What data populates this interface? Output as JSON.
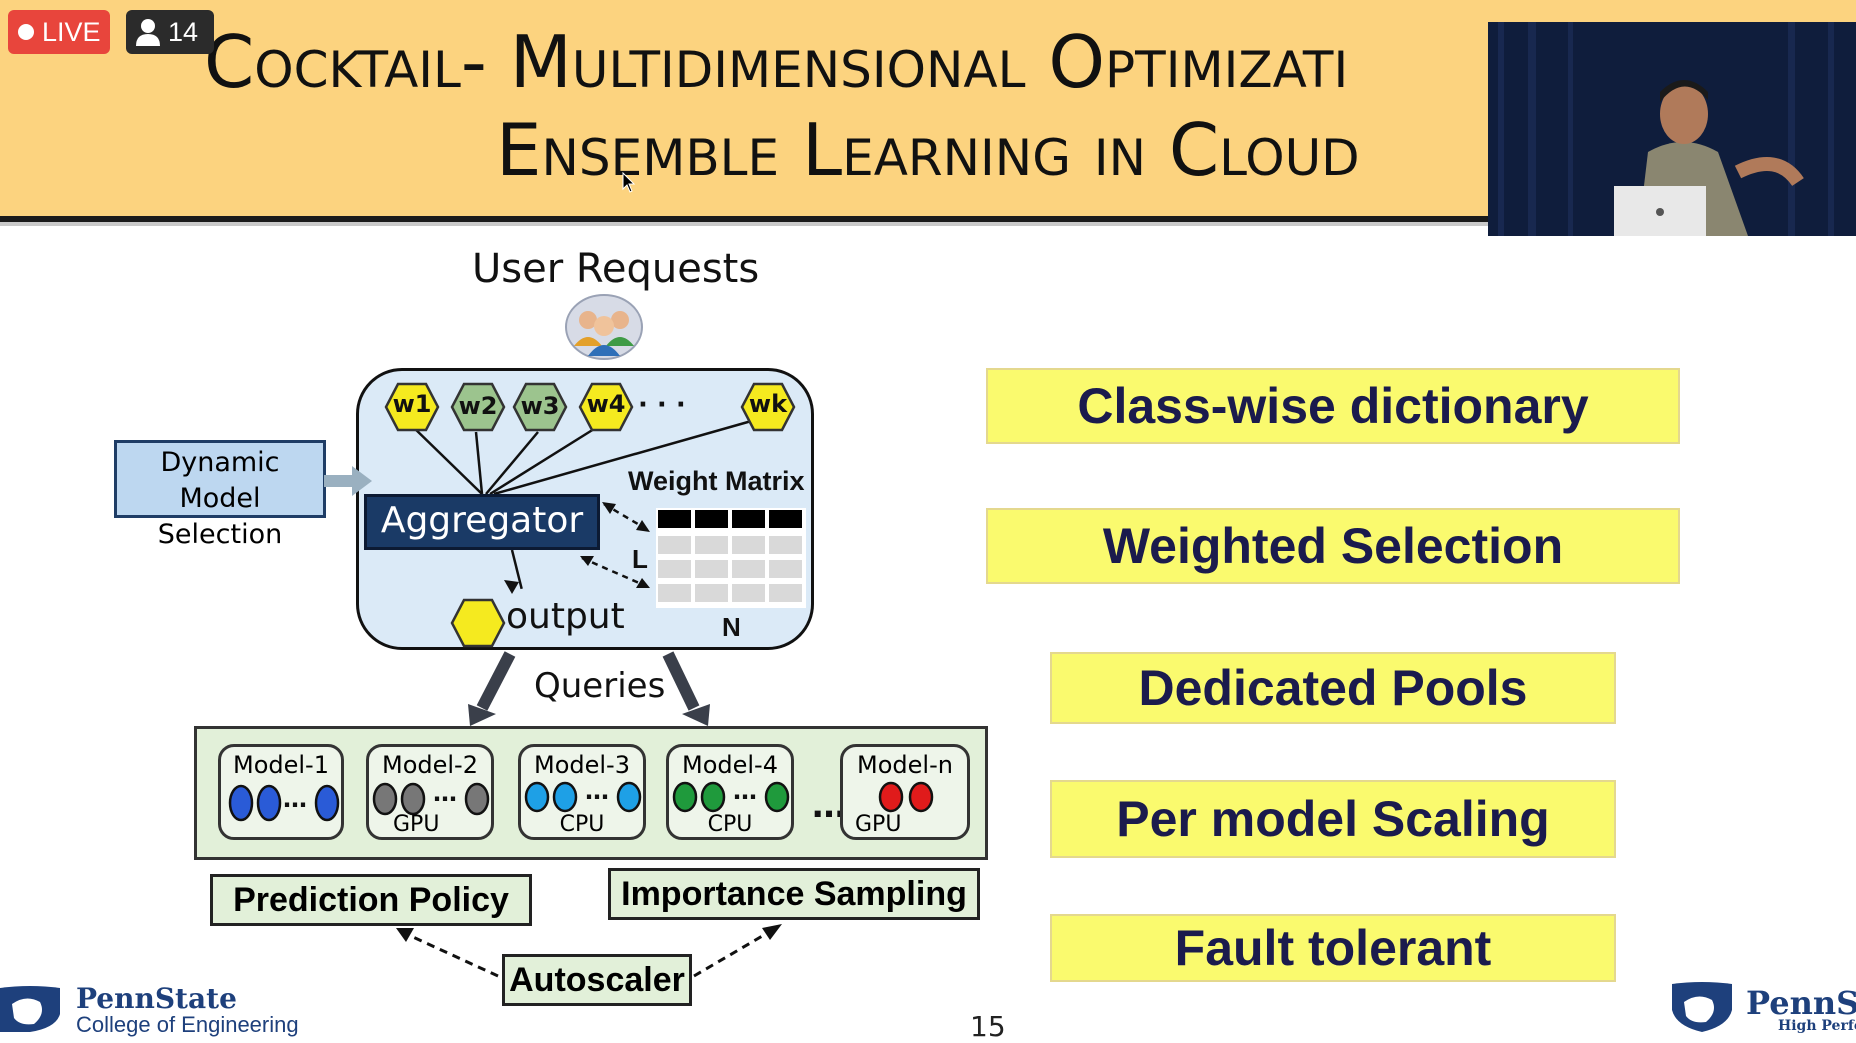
{
  "stream": {
    "live_label": "LIVE",
    "viewer_count": "14",
    "accent": "#e8453c"
  },
  "slide": {
    "title_line1": "Cocktail- Multidimensional Optimizati",
    "title_line2": "Ensemble Learning in Cloud",
    "banner_color": "#fcd37f",
    "page_number": "15"
  },
  "diagram": {
    "user_requests": "User Requests",
    "dynamic_model_selection_line1": "Dynamic Model",
    "dynamic_model_selection_line2": "Selection",
    "weights": [
      "w1",
      "w2",
      "w3",
      "w4",
      "wk"
    ],
    "weights_ellipsis": "· · ·",
    "aggregator": "Aggregator",
    "weight_matrix": "Weight Matrix",
    "matrix_rows_label": "L",
    "matrix_cols_label": "N",
    "output": "output",
    "queries": "Queries",
    "models": [
      {
        "name": "Model-1",
        "hw": "",
        "color": "#2a5bd7"
      },
      {
        "name": "Model-2",
        "hw": "GPU",
        "color": "#777777"
      },
      {
        "name": "Model-3",
        "hw": "CPU",
        "color": "#1ea0e6"
      },
      {
        "name": "Model-4",
        "hw": "CPU",
        "color": "#1f9a3c"
      },
      {
        "name": "Model-n",
        "hw": "GPU",
        "color": "#e01b1b"
      }
    ],
    "models_ellipsis": "…",
    "inner_ellipsis": "…",
    "prediction_policy": "Prediction Policy",
    "importance_sampling": "Importance Sampling",
    "autoscaler": "Autoscaler"
  },
  "features": [
    "Class-wise dictionary",
    "Weighted Selection",
    "Dedicated Pools",
    "Per model Scaling",
    "Fault tolerant"
  ],
  "footer": {
    "left_name": "PennState",
    "left_sub": "College of Engineering",
    "right_name": "PennSta",
    "right_sub": "High Perfor"
  }
}
